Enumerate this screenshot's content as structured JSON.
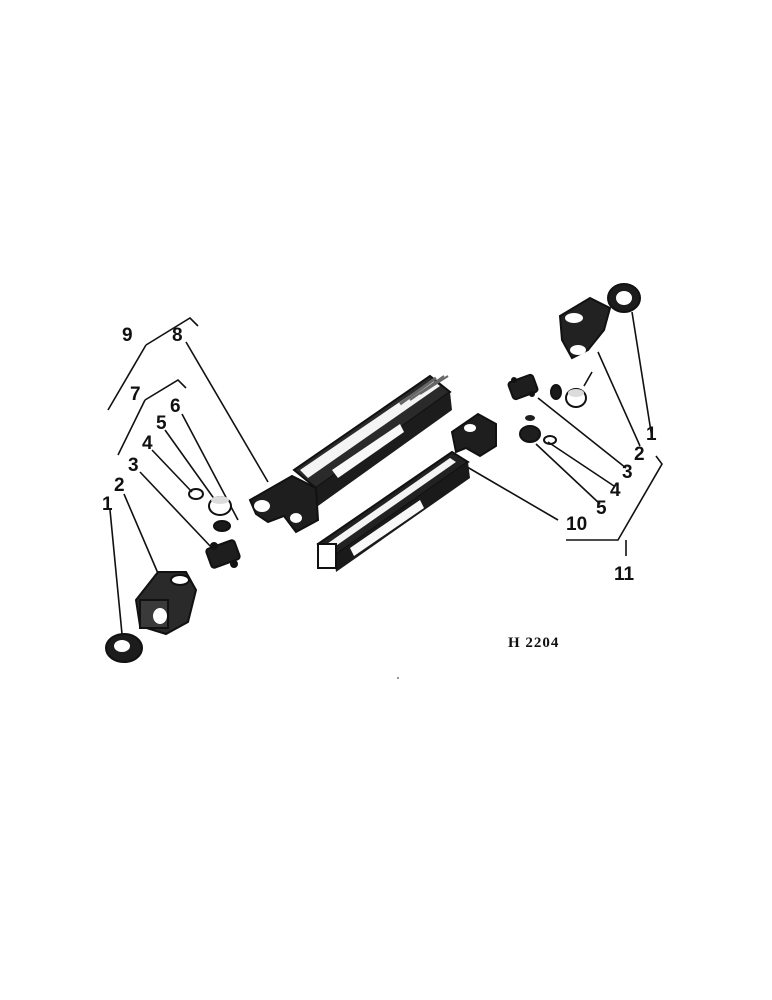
{
  "diagram": {
    "figure_code": "H 2204",
    "callouts": {
      "c9": "9",
      "c8": "8",
      "c7": "7",
      "c6": "6",
      "c5": "5",
      "c4": "4",
      "c3": "3",
      "c2": "2",
      "c1": "1",
      "r1": "1",
      "r2": "2",
      "r3": "3",
      "r4": "4",
      "r5": "5",
      "c10": "10",
      "c11": "11"
    }
  }
}
